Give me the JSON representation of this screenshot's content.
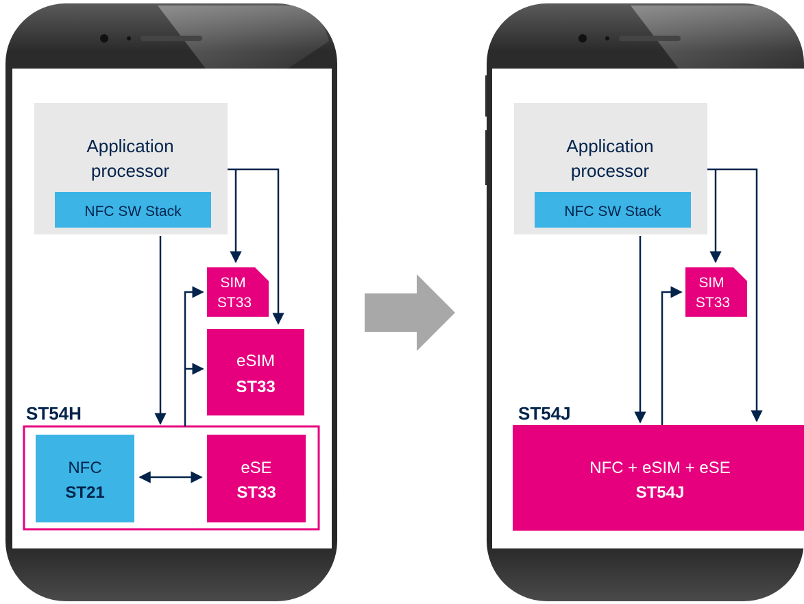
{
  "colors": {
    "magenta": "#E6007E",
    "light_blue": "#3CB4E6",
    "navy": "#03234B",
    "gray_box": "#E8E8E8",
    "arrow_gray": "#A8A8A8"
  },
  "icons": {
    "arrow": "right-arrow-icon",
    "sim": "sim-card-icon",
    "phone": "smartphone-icon"
  },
  "left": {
    "app_title_line1": "Application",
    "app_title_line2": "processor",
    "nfc_stack": "NFC SW Stack",
    "sim_line1": "SIM",
    "sim_line2": "ST33",
    "esim_line1": "eSIM",
    "esim_line2": "ST33",
    "group_label": "ST54H",
    "nfc_line1": "NFC",
    "nfc_line2": "ST21",
    "ese_line1": "eSE",
    "ese_line2": "ST33"
  },
  "right": {
    "app_title_line1": "Application",
    "app_title_line2": "processor",
    "nfc_stack": "NFC SW Stack",
    "sim_line1": "SIM",
    "sim_line2": "ST33",
    "chip_label": "ST54J",
    "combo_line1": "NFC + eSIM + eSE",
    "combo_line2": "ST54J"
  }
}
